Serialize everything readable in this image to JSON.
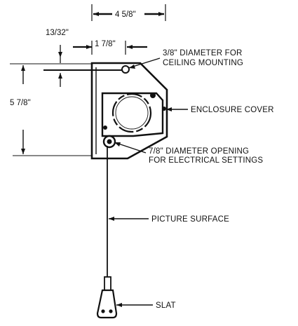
{
  "dimensions": {
    "overall_width": "4 5/8\"",
    "offset_width": "1 7/8\"",
    "top_offset": "13/32\"",
    "height": "5 7/8\""
  },
  "callouts": {
    "ceiling_line1": "3/8\" DIAMETER FOR",
    "ceiling_line2": "CEILING MOUNTING",
    "enclosure": "ENCLOSURE COVER",
    "opening_line1": "7/8\" DIAMETER OPENING",
    "opening_line2": "FOR ELECTRICAL SETTINGS",
    "picture_surface": "PICTURE SURFACE",
    "slat": "SLAT"
  },
  "colors": {
    "ink": "#111111",
    "background": "#ffffff"
  }
}
